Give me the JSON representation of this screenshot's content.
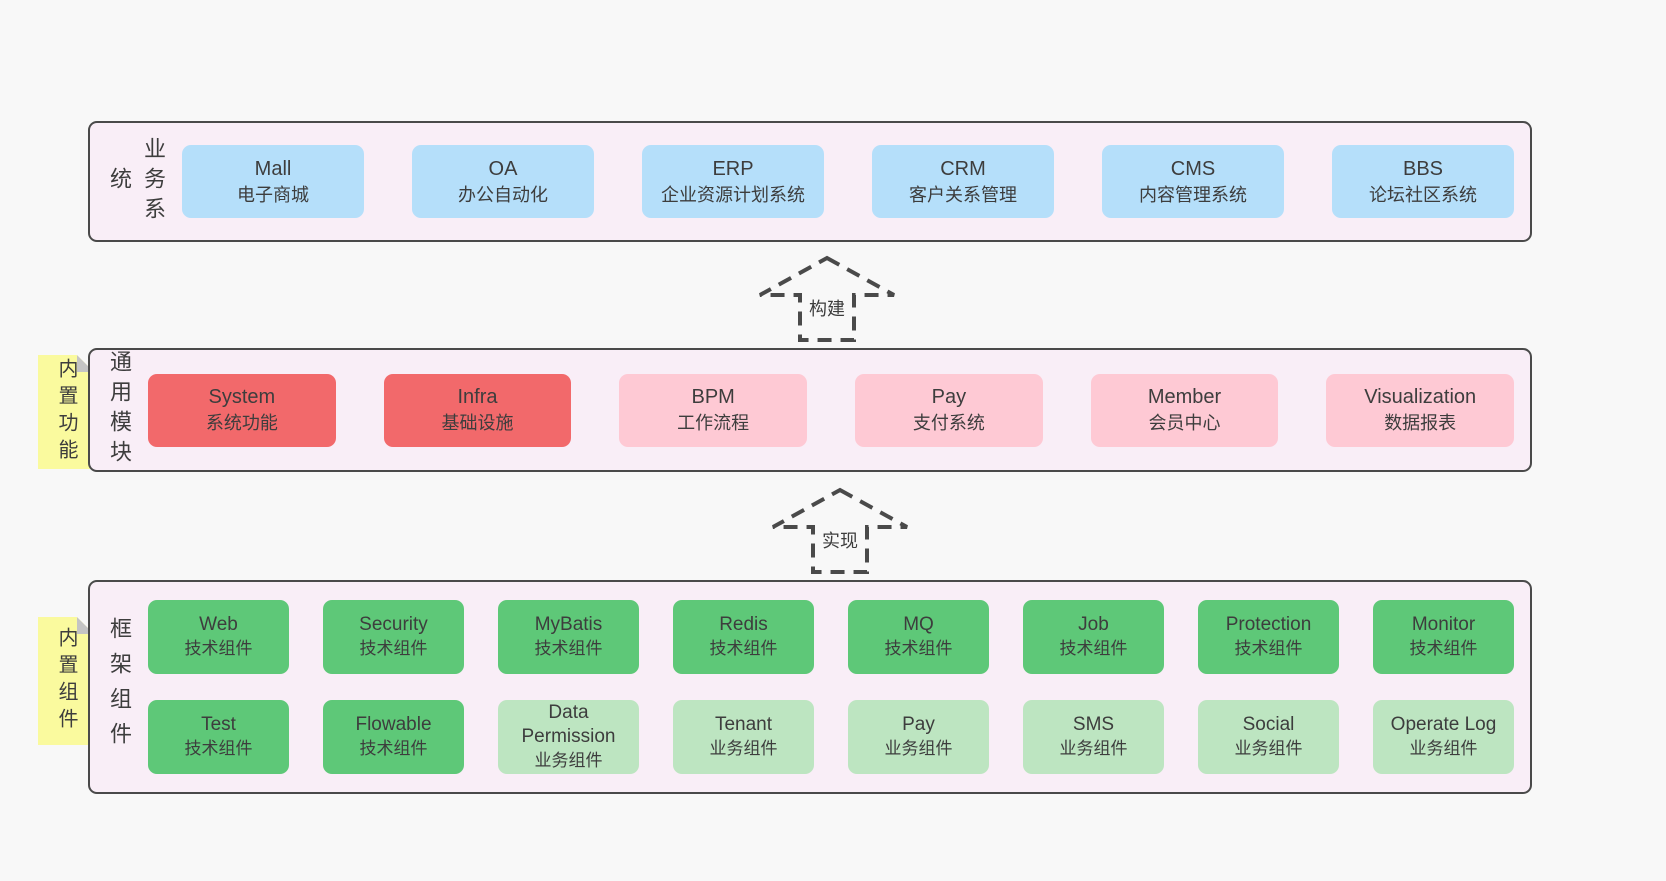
{
  "colors": {
    "page-bg": "#f8f8f8",
    "band-bg": "#f9eef7",
    "border": "#4a4a4a",
    "text": "#3d3d3d",
    "blue": "#b5dffa",
    "red": "#f2696b",
    "pink": "#fec9d4",
    "green": "#5ec878",
    "green-light": "#bde5c1",
    "note": "#fafa9e",
    "note-fold": "#c4c4c4"
  },
  "bands": {
    "business": {
      "label": "业务系统",
      "boxes": [
        {
          "title": "Mall",
          "subtitle": "电子商城"
        },
        {
          "title": "OA",
          "subtitle": "办公自动化"
        },
        {
          "title": "ERP",
          "subtitle": "企业资源计划系统"
        },
        {
          "title": "CRM",
          "subtitle": "客户关系管理"
        },
        {
          "title": "CMS",
          "subtitle": "内容管理系统"
        },
        {
          "title": "BBS",
          "subtitle": "论坛社区系统"
        }
      ]
    },
    "common": {
      "label": "通用模块",
      "note": "内置功能",
      "boxes": [
        {
          "title": "System",
          "subtitle": "系统功能"
        },
        {
          "title": "Infra",
          "subtitle": "基础设施"
        },
        {
          "title": "BPM",
          "subtitle": "工作流程"
        },
        {
          "title": "Pay",
          "subtitle": "支付系统"
        },
        {
          "title": "Member",
          "subtitle": "会员中心"
        },
        {
          "title": "Visualization",
          "subtitle": "数据报表"
        }
      ]
    },
    "framework": {
      "label": "框架组件",
      "note": "内置组件",
      "rows": [
        [
          {
            "title": "Web",
            "subtitle": "技术组件"
          },
          {
            "title": "Security",
            "subtitle": "技术组件"
          },
          {
            "title": "MyBatis",
            "subtitle": "技术组件"
          },
          {
            "title": "Redis",
            "subtitle": "技术组件"
          },
          {
            "title": "MQ",
            "subtitle": "技术组件"
          },
          {
            "title": "Job",
            "subtitle": "技术组件"
          },
          {
            "title": "Protection",
            "subtitle": "技术组件"
          },
          {
            "title": "Monitor",
            "subtitle": "技术组件"
          }
        ],
        [
          {
            "title": "Test",
            "subtitle": "技术组件"
          },
          {
            "title": "Flowable",
            "subtitle": "技术组件"
          },
          {
            "title": "Data Permission",
            "subtitle": "业务组件"
          },
          {
            "title": "Tenant",
            "subtitle": "业务组件"
          },
          {
            "title": "Pay",
            "subtitle": "业务组件"
          },
          {
            "title": "SMS",
            "subtitle": "业务组件"
          },
          {
            "title": "Social",
            "subtitle": "业务组件"
          },
          {
            "title": "Operate Log",
            "subtitle": "业务组件"
          }
        ]
      ]
    }
  },
  "arrows": [
    {
      "label": "构建"
    },
    {
      "label": "实现"
    }
  ]
}
